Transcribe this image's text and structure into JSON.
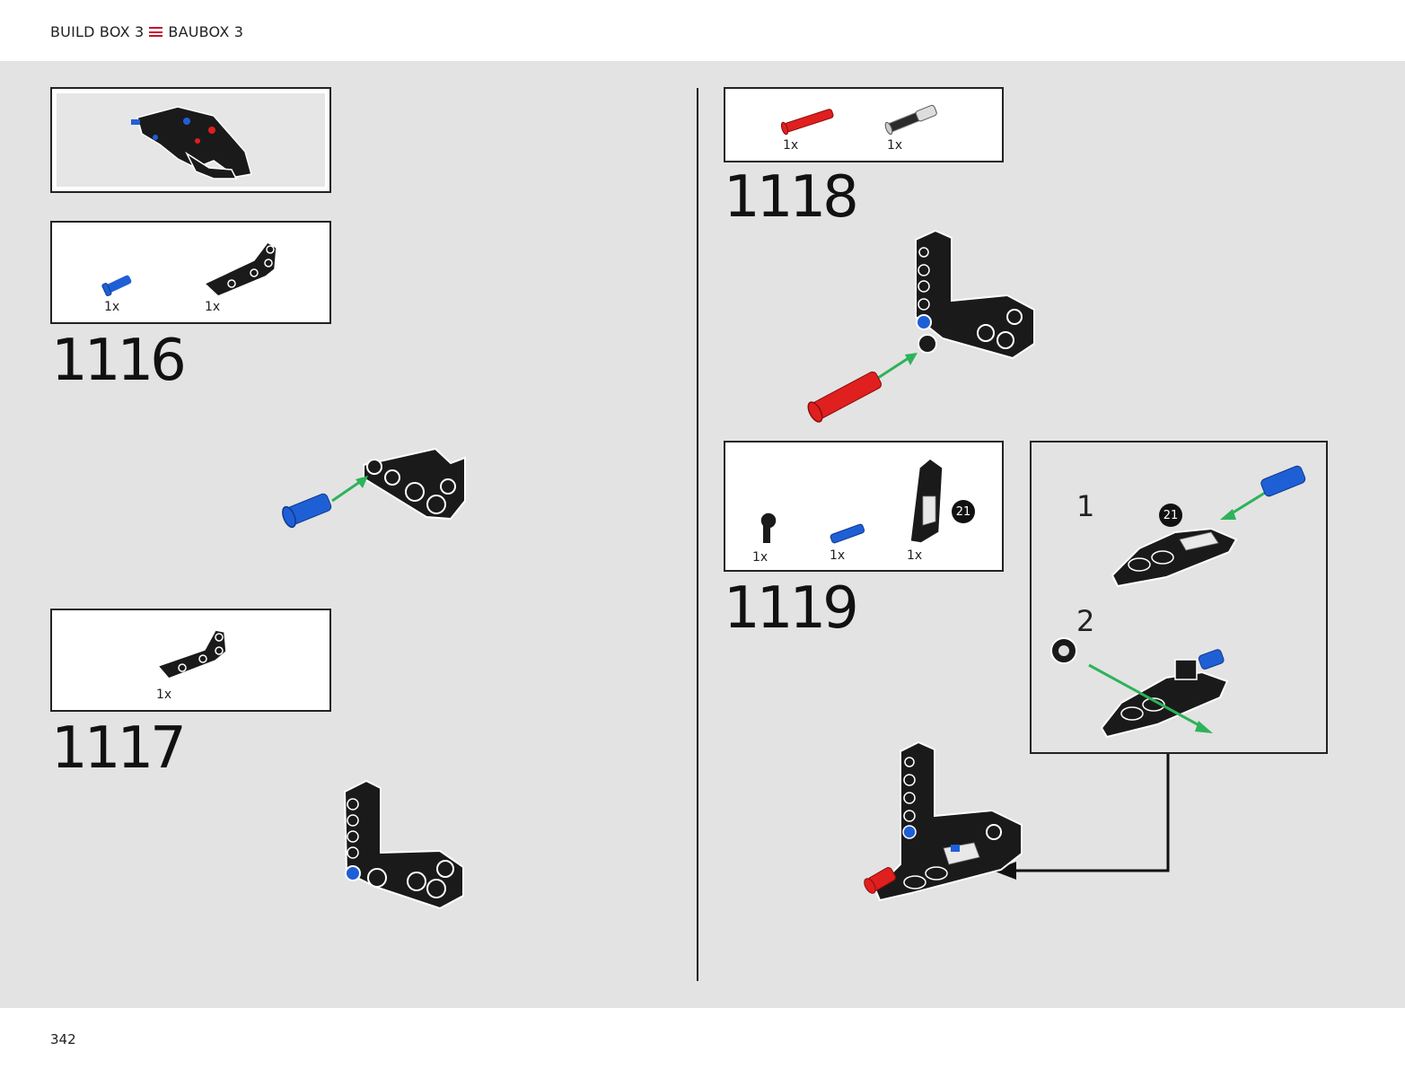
{
  "header": {
    "left_title": "BUILD BOX 3",
    "right_title": "BAUBOX 3"
  },
  "footer": {
    "page_number": "342"
  },
  "colors": {
    "accent": "#c8102e",
    "arrow": "#2db35a",
    "blue_part": "#1f5fd6",
    "red_part": "#e01f1f",
    "black_part": "#1a1a1a"
  },
  "steps": [
    {
      "number": "1116",
      "parts": [
        {
          "qty": "1x",
          "icon": "blue-pin-icon"
        },
        {
          "qty": "1x",
          "icon": "black-angled-beam-icon"
        }
      ]
    },
    {
      "number": "1117",
      "parts": [
        {
          "qty": "1x",
          "icon": "black-angled-beam-icon"
        }
      ]
    },
    {
      "number": "1118",
      "parts": [
        {
          "qty": "1x",
          "icon": "red-axle-pin-icon"
        },
        {
          "qty": "1x",
          "icon": "gray-axle-pin-icon"
        }
      ]
    },
    {
      "number": "1119",
      "parts": [
        {
          "qty": "1x",
          "icon": "black-axle-connector-icon"
        },
        {
          "qty": "1x",
          "icon": "blue-pin-icon"
        },
        {
          "qty": "1x",
          "icon": "black-panel-icon"
        }
      ],
      "panel_badge": "21",
      "substeps": [
        {
          "label": "1",
          "badge": "21"
        },
        {
          "label": "2"
        }
      ]
    }
  ]
}
